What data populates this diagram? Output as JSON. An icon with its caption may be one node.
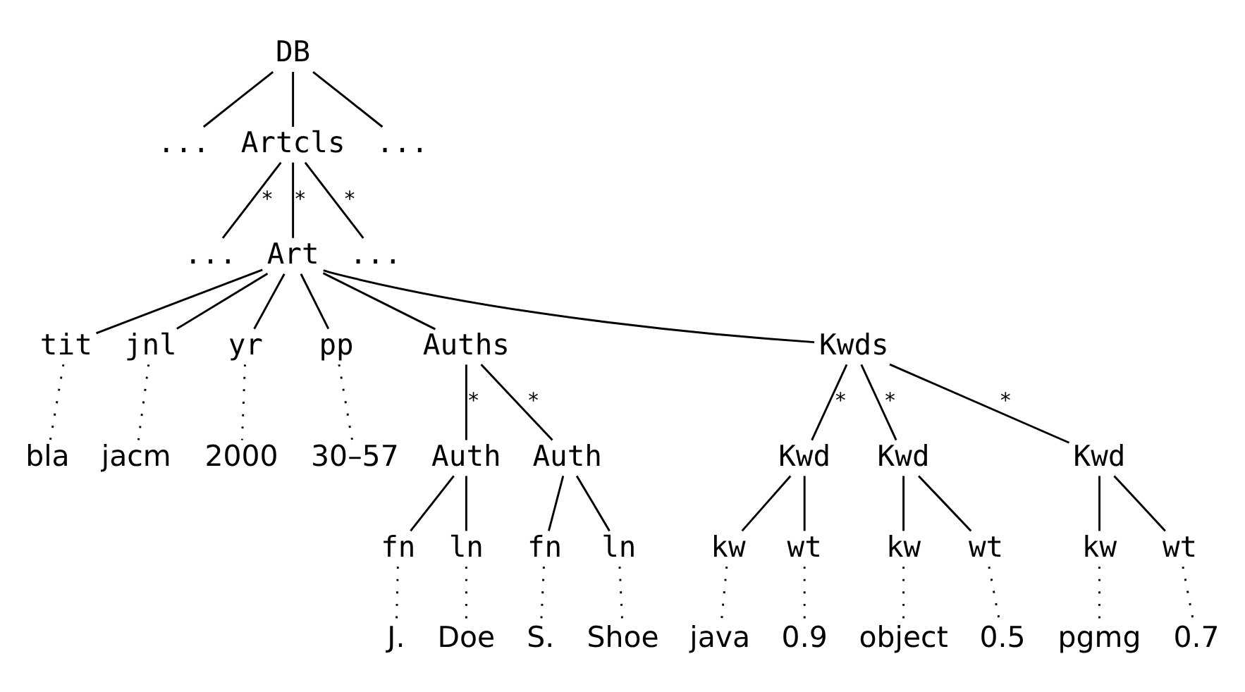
{
  "diagram": {
    "nodes": [
      {
        "text": [
          "DB"
        ]
      },
      {
        "text": [
          "..."
        ]
      },
      {
        "text": [
          "Artcls"
        ]
      },
      {
        "text": [
          "..."
        ]
      },
      {
        "text": [
          "..."
        ]
      },
      {
        "text": [
          "Art"
        ]
      },
      {
        "text": [
          "..."
        ]
      },
      {
        "text": [
          "tit"
        ]
      },
      {
        "text": [
          "jnl"
        ]
      },
      {
        "text": [
          "yr"
        ]
      },
      {
        "text": [
          "pp"
        ]
      },
      {
        "text": [
          "Auths"
        ]
      },
      {
        "text": [
          "Kwds"
        ]
      },
      {
        "text": [
          "bla"
        ]
      },
      {
        "text": [
          "jacm"
        ]
      },
      {
        "text": [
          "2000"
        ]
      },
      {
        "text": [
          "30–57"
        ]
      },
      {
        "text": [
          "Auth"
        ]
      },
      {
        "text": [
          "Auth"
        ]
      },
      {
        "text": [
          "Kwd"
        ]
      },
      {
        "text": [
          "Kwd"
        ]
      },
      {
        "text": [
          "Kwd"
        ]
      },
      {
        "text": [
          "fn"
        ]
      },
      {
        "text": [
          "ln"
        ]
      },
      {
        "text": [
          "fn"
        ]
      },
      {
        "text": [
          "ln"
        ]
      },
      {
        "text": [
          "kw"
        ]
      },
      {
        "text": [
          "wt"
        ]
      },
      {
        "text": [
          "kw"
        ]
      },
      {
        "text": [
          "wt"
        ]
      },
      {
        "text": [
          "kw"
        ]
      },
      {
        "text": [
          "wt"
        ]
      },
      {
        "text": [
          "J."
        ]
      },
      {
        "text": [
          "Doe"
        ]
      },
      {
        "text": [
          "S."
        ]
      },
      {
        "text": [
          "Shoe"
        ]
      },
      {
        "text": [
          "java"
        ]
      },
      {
        "text": [
          "0.9"
        ]
      },
      {
        "text": [
          "object"
        ]
      },
      {
        "text": [
          "0.5"
        ]
      },
      {
        "text": [
          "pgmg"
        ]
      },
      {
        "text": [
          "0.7"
        ]
      }
    ],
    "edges": [
      {
        "from": 0,
        "to": 1,
        "arrow": "none"
      },
      {
        "from": 0,
        "to": 2,
        "arrow": "none"
      },
      {
        "from": 0,
        "to": 3,
        "arrow": "none"
      },
      {
        "from": 2,
        "to": 4,
        "arrow": "none",
        "label": "*"
      },
      {
        "from": 2,
        "to": 5,
        "arrow": "none",
        "label": "*"
      },
      {
        "from": 2,
        "to": 6,
        "arrow": "none",
        "label": "*"
      },
      {
        "from": 5,
        "to": 7,
        "arrow": "none"
      },
      {
        "from": 5,
        "to": 8,
        "arrow": "none"
      },
      {
        "from": 5,
        "to": 9,
        "arrow": "none"
      },
      {
        "from": 5,
        "to": 10,
        "arrow": "none"
      },
      {
        "from": 5,
        "to": 11,
        "arrow": "none"
      },
      {
        "from": 5,
        "to": 12,
        "arrow": "none"
      },
      {
        "from": 7,
        "to": 13,
        "arrow": "none",
        "style": "dashed"
      },
      {
        "from": 8,
        "to": 14,
        "arrow": "none",
        "style": "dashed"
      },
      {
        "from": 9,
        "to": 15,
        "arrow": "none",
        "style": "dashed"
      },
      {
        "from": 10,
        "to": 16,
        "arrow": "none",
        "style": "dashed"
      },
      {
        "from": 11,
        "to": 17,
        "arrow": "none",
        "label": "*"
      },
      {
        "from": 11,
        "to": 18,
        "arrow": "none",
        "label": "*"
      },
      {
        "from": 12,
        "to": 19,
        "arrow": "none",
        "label": "*"
      },
      {
        "from": 12,
        "to": 20,
        "arrow": "none",
        "label": "*"
      },
      {
        "from": 12,
        "to": 21,
        "arrow": "none",
        "label": "*"
      },
      {
        "from": 17,
        "to": 22,
        "arrow": "none"
      },
      {
        "from": 17,
        "to": 23,
        "arrow": "none"
      },
      {
        "from": 18,
        "to": 24,
        "arrow": "none"
      },
      {
        "from": 18,
        "to": 25,
        "arrow": "none"
      },
      {
        "from": 19,
        "to": 26,
        "arrow": "none"
      },
      {
        "from": 19,
        "to": 27,
        "arrow": "none"
      },
      {
        "from": 20,
        "to": 28,
        "arrow": "none"
      },
      {
        "from": 20,
        "to": 29,
        "arrow": "none"
      },
      {
        "from": 21,
        "to": 30,
        "arrow": "none"
      },
      {
        "from": 21,
        "to": 31,
        "arrow": "none"
      },
      {
        "from": 22,
        "to": 32,
        "arrow": "none",
        "style": "dashed"
      },
      {
        "from": 23,
        "to": 33,
        "arrow": "none",
        "style": "dashed"
      },
      {
        "from": 24,
        "to": 34,
        "arrow": "none",
        "style": "dashed"
      },
      {
        "from": 25,
        "to": 35,
        "arrow": "none",
        "style": "dashed"
      },
      {
        "from": 26,
        "to": 36,
        "arrow": "none",
        "style": "dashed"
      },
      {
        "from": 27,
        "to": 37,
        "arrow": "none",
        "style": "dashed"
      },
      {
        "from": 28,
        "to": 38,
        "arrow": "none",
        "style": "dashed"
      },
      {
        "from": 29,
        "to": 39,
        "arrow": "none",
        "style": "dashed"
      },
      {
        "from": 30,
        "to": 40,
        "arrow": "none",
        "style": "dashed"
      },
      {
        "from": 31,
        "to": 41,
        "arrow": "none",
        "style": "dashed"
      }
    ]
  }
}
